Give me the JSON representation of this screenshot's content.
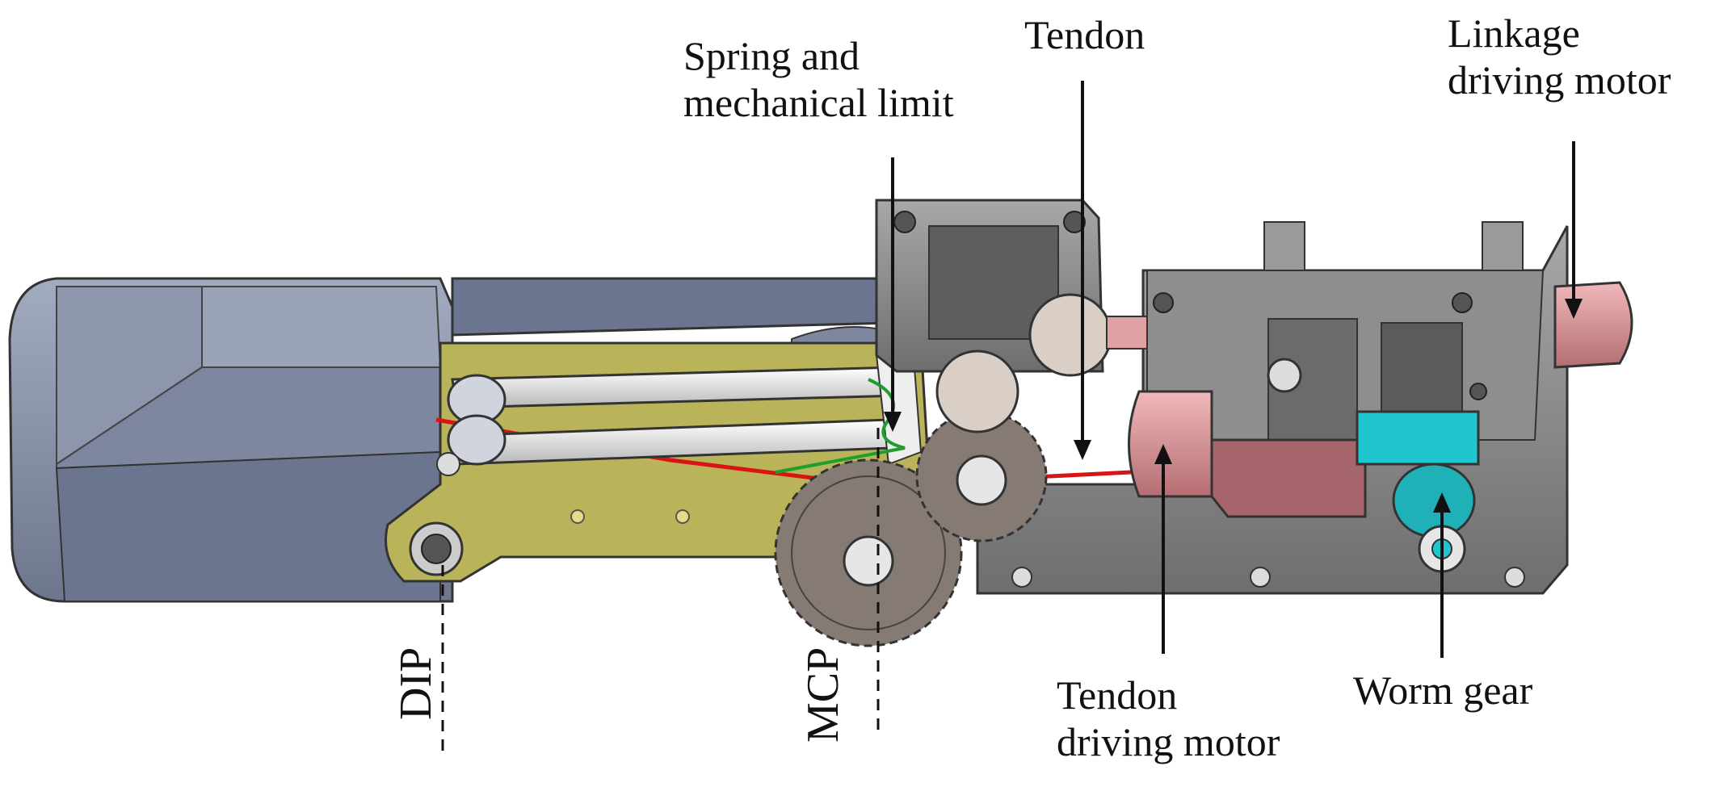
{
  "labels": {
    "spring_line1": "Spring and",
    "spring_line2": "mechanical limit",
    "tendon": "Tendon",
    "linkage_line1": "Linkage",
    "linkage_line2": "driving motor",
    "dip": "DIP",
    "mcp": "MCP",
    "tendon_motor_line1": "Tendon",
    "tendon_motor_line2": "driving motor",
    "worm_gear": "Worm gear"
  },
  "colors": {
    "finger_shell": "#8e97ad",
    "link_gold": "#b9b35a",
    "frame_gray": "#8a8a8a",
    "motor_pink": "#e0a1a4",
    "worm_cyan": "#1fc6cf",
    "gear_gray": "#857a74",
    "tendon_red": "#d81414",
    "spring_green": "#1f9e2e"
  }
}
